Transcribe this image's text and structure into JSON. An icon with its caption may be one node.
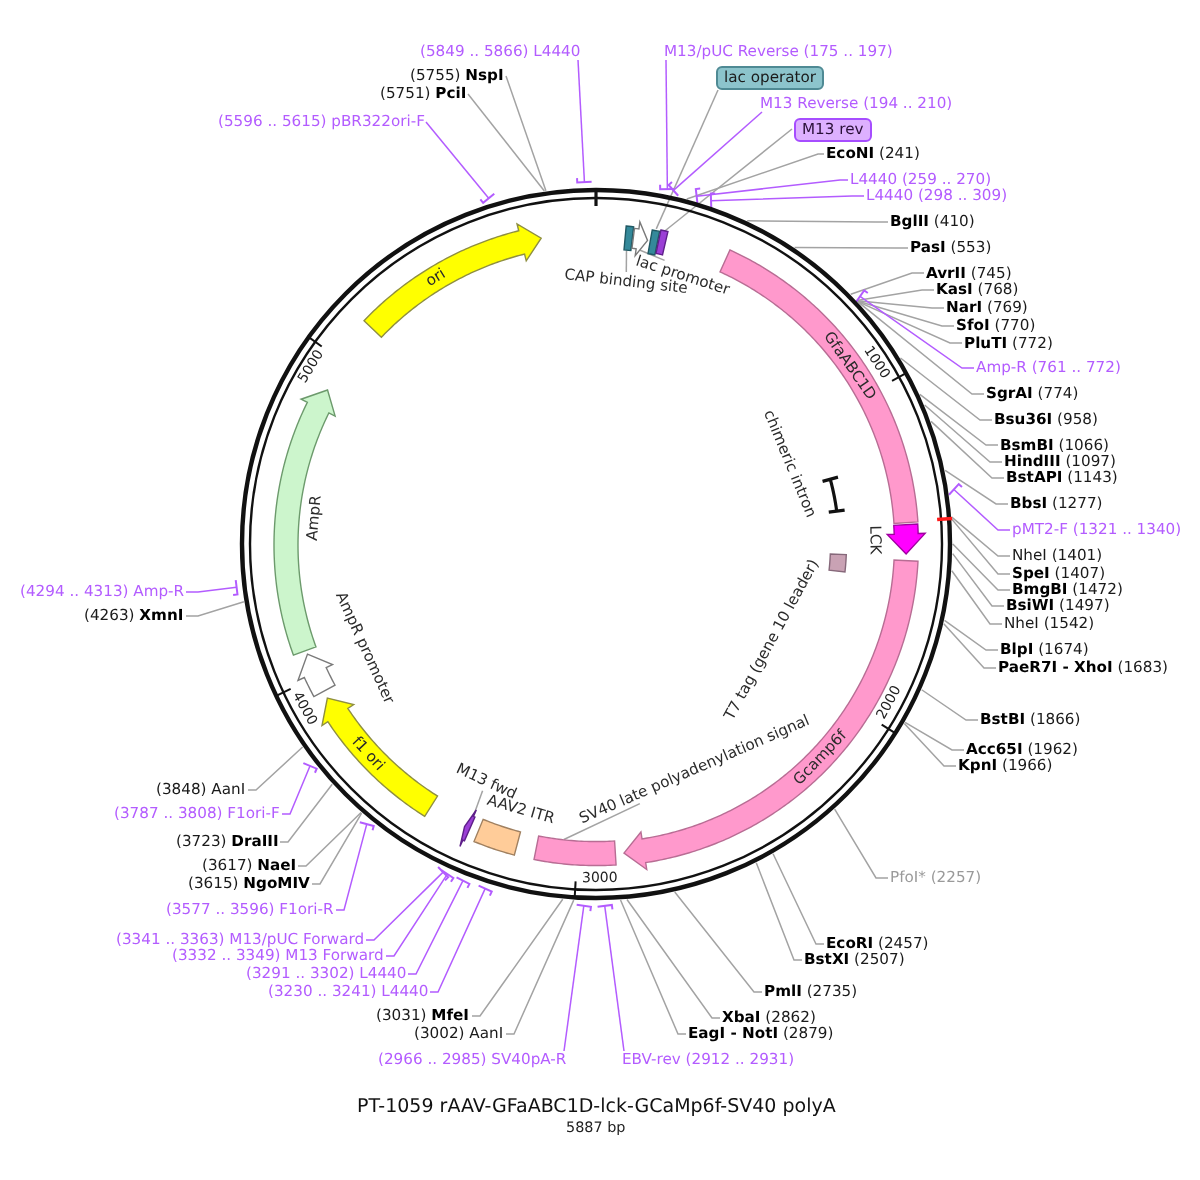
{
  "diagram": {
    "title": "PT-1059 rAAV-GFaABC1D-lck-GCaMp6f-SV40 polyA",
    "caption": "5887 bp",
    "nodes": [
      {
        "text": [
          "M13/pUC Reverse (175 .. 197)"
        ]
      },
      {
        "text": [
          "lac operator"
        ]
      },
      {
        "text": [
          "M13 Reverse (194 .. 210)"
        ]
      },
      {
        "text": [
          "M13 rev"
        ]
      },
      {
        "text": [
          "**EcoNI** (241)"
        ]
      },
      {
        "text": [
          "L4440 (259 .. 270)"
        ]
      },
      {
        "text": [
          "L4440 (298 .. 309)"
        ]
      },
      {
        "text": [
          "**BglII** (410)"
        ]
      },
      {
        "text": [
          "**PasI** (553)"
        ]
      },
      {
        "text": [
          "**AvrII** (745)"
        ]
      },
      {
        "text": [
          "**KasI** (768)"
        ]
      },
      {
        "text": [
          "**NarI** (769)"
        ]
      },
      {
        "text": [
          "**SfoI** (770)"
        ]
      },
      {
        "text": [
          "**PluTI** (772)"
        ]
      },
      {
        "text": [
          "Amp-R (761 .. 772)"
        ]
      },
      {
        "text": [
          "**SgrAI** (774)"
        ]
      },
      {
        "text": [
          "**Bsu36I** (958)"
        ]
      },
      {
        "text": [
          "**BsmBI** (1066)"
        ]
      },
      {
        "text": [
          "**HindIII** (1097)"
        ]
      },
      {
        "text": [
          "**BstAPI** (1143)"
        ]
      },
      {
        "text": [
          "**BbsI** (1277)"
        ]
      },
      {
        "text": [
          "pMT2-F (1321 .. 1340)"
        ]
      },
      {
        "text": [
          "NheI (1401)"
        ]
      },
      {
        "text": [
          "**SpeI** (1407)"
        ]
      },
      {
        "text": [
          "**BmgBI** (1472)"
        ]
      },
      {
        "text": [
          "**BsiWI** (1497)"
        ]
      },
      {
        "text": [
          "NheI (1542)"
        ]
      },
      {
        "text": [
          "**BlpI** (1674)"
        ]
      },
      {
        "text": [
          "**PaeR7I - XhoI** (1683)"
        ]
      },
      {
        "text": [
          "**BstBI** (1866)"
        ]
      },
      {
        "text": [
          "**Acc65I** (1962)"
        ]
      },
      {
        "text": [
          "**KpnI** (1966)"
        ]
      },
      {
        "text": [
          "PfoI* (2257)"
        ]
      },
      {
        "text": [
          "**EcoRI** (2457)"
        ]
      },
      {
        "text": [
          "**BstXI** (2507)"
        ]
      },
      {
        "text": [
          "**PmlI** (2735)"
        ]
      },
      {
        "text": [
          "**XbaI** (2862)"
        ]
      },
      {
        "text": [
          "**EagI - NotI** (2879)"
        ]
      },
      {
        "text": [
          "EBV-rev (2912 .. 2931)"
        ]
      },
      {
        "text": [
          "(2966 .. 2985) SV40pA-R"
        ]
      },
      {
        "text": [
          "(3002) AanI"
        ]
      },
      {
        "text": [
          "(3031) **MfeI**"
        ]
      },
      {
        "text": [
          "(3230 .. 3241) L4440"
        ]
      },
      {
        "text": [
          "(3291 .. 3302) L4440"
        ]
      },
      {
        "text": [
          "(3332 .. 3349) M13 Forward"
        ]
      },
      {
        "text": [
          "(3341 .. 3363) M13/pUC Forward"
        ]
      },
      {
        "text": [
          "(3577 .. 3596) F1ori-R"
        ]
      },
      {
        "text": [
          "(3615) **NgoMIV**"
        ]
      },
      {
        "text": [
          "(3617) **NaeI**"
        ]
      },
      {
        "text": [
          "(3723) **DraIII**"
        ]
      },
      {
        "text": [
          "(3787 .. 3808) F1ori-F"
        ]
      },
      {
        "text": [
          "(3848) AanI"
        ]
      },
      {
        "text": [
          "(4263) **XmnI**"
        ]
      },
      {
        "text": [
          "(4294 .. 4313) Amp-R"
        ]
      },
      {
        "text": [
          "(5596 .. 5615) pBR322ori-F"
        ]
      },
      {
        "text": [
          "(5751) **PciI**"
        ]
      },
      {
        "text": [
          "(5755) **NspI**"
        ]
      },
      {
        "text": [
          "(5849 .. 5866) L4440"
        ]
      },
      {
        "text": [],
        "shape": "circle"
      },
      {
        "text": [],
        "shape": "box",
        "in": 58
      },
      {
        "text": [],
        "shape": "arrow",
        "in": 58
      },
      {
        "text": [],
        "shape": "box",
        "in": 58
      },
      {
        "text": [],
        "shape": "box",
        "in": 58
      },
      {
        "text": [
          "CAP binding site"
        ],
        "in": 58
      },
      {
        "text": [
          "lac promoter"
        ],
        "in": 58
      },
      {
        "text": [
          "GfaABC1D"
        ],
        "in": 58
      },
      {
        "text": [
          "chimeric intron"
        ],
        "in": 58
      },
      {
        "text": [
          "LCK"
        ],
        "in": 58
      },
      {
        "text": [
          "T7 tag (gene 10 leader)"
        ],
        "in": 58
      },
      {
        "text": [
          "Gcamp6f"
        ],
        "in": 58
      },
      {
        "text": [
          "SV40 late polyadenylation signal"
        ],
        "in": 58
      },
      {
        "text": [],
        "shape": "bar",
        "in": 58
      },
      {
        "text": [
          "AAV2 ITR"
        ],
        "in": 58
      },
      {
        "text": [
          "M13 fwd"
        ],
        "in": 58
      },
      {
        "text": [],
        "shape": "arrow",
        "in": 58
      },
      {
        "text": [
          "f1 ori"
        ],
        "in": 58
      },
      {
        "text": [
          "AmpR promoter"
        ],
        "in": 58
      },
      {
        "text": [
          "AmpR"
        ],
        "in": 58
      },
      {
        "text": [
          "ori"
        ],
        "in": 58
      }
    ],
    "edges": [
      {
        "from": 0,
        "to": 58,
        "arrow": "other",
        "color": "#b35cff"
      },
      {
        "from": 1,
        "to": 61,
        "arrow": "none"
      },
      {
        "from": 2,
        "to": 58,
        "arrow": "other",
        "color": "#b35cff"
      },
      {
        "from": 3,
        "to": 62,
        "arrow": "none"
      },
      {
        "from": 4,
        "to": 58,
        "arrow": "none"
      },
      {
        "from": 5,
        "to": 58,
        "arrow": "other",
        "color": "#b35cff"
      },
      {
        "from": 6,
        "to": 58,
        "arrow": "other",
        "color": "#b35cff"
      },
      {
        "from": 7,
        "to": 58,
        "arrow": "none"
      },
      {
        "from": 8,
        "to": 58,
        "arrow": "none"
      },
      {
        "from": 9,
        "to": 58,
        "arrow": "none"
      },
      {
        "from": 10,
        "to": 58,
        "arrow": "none"
      },
      {
        "from": 11,
        "to": 58,
        "arrow": "none"
      },
      {
        "from": 12,
        "to": 58,
        "arrow": "none"
      },
      {
        "from": 13,
        "to": 58,
        "arrow": "none"
      },
      {
        "from": 14,
        "to": 58,
        "arrow": "other",
        "color": "#b35cff"
      },
      {
        "from": 15,
        "to": 58,
        "arrow": "none"
      },
      {
        "from": 16,
        "to": 58,
        "arrow": "none"
      },
      {
        "from": 17,
        "to": 58,
        "arrow": "none"
      },
      {
        "from": 18,
        "to": 58,
        "arrow": "none"
      },
      {
        "from": 19,
        "to": 58,
        "arrow": "none"
      },
      {
        "from": 20,
        "to": 58,
        "arrow": "none"
      },
      {
        "from": 21,
        "to": 58,
        "arrow": "other",
        "color": "#b35cff"
      },
      {
        "from": 22,
        "to": 58,
        "arrow": "none"
      },
      {
        "from": 23,
        "to": 58,
        "arrow": "none"
      },
      {
        "from": 24,
        "to": 58,
        "arrow": "none"
      },
      {
        "from": 25,
        "to": 58,
        "arrow": "none"
      },
      {
        "from": 26,
        "to": 58,
        "arrow": "none"
      },
      {
        "from": 27,
        "to": 58,
        "arrow": "none"
      },
      {
        "from": 28,
        "to": 58,
        "arrow": "none"
      },
      {
        "from": 29,
        "to": 58,
        "arrow": "none"
      },
      {
        "from": 30,
        "to": 58,
        "arrow": "none"
      },
      {
        "from": 31,
        "to": 58,
        "arrow": "none"
      },
      {
        "from": 32,
        "to": 58,
        "arrow": "none"
      },
      {
        "from": 33,
        "to": 58,
        "arrow": "none"
      },
      {
        "from": 34,
        "to": 58,
        "arrow": "none"
      },
      {
        "from": 35,
        "to": 58,
        "arrow": "none"
      },
      {
        "from": 36,
        "to": 58,
        "arrow": "none"
      },
      {
        "from": 37,
        "to": 58,
        "arrow": "none"
      },
      {
        "from": 38,
        "to": 58,
        "arrow": "other",
        "color": "#b35cff"
      },
      {
        "from": 39,
        "to": 58,
        "arrow": "other",
        "color": "#b35cff"
      },
      {
        "from": 40,
        "to": 58,
        "arrow": "none"
      },
      {
        "from": 41,
        "to": 58,
        "arrow": "none"
      },
      {
        "from": 42,
        "to": 58,
        "arrow": "other",
        "color": "#b35cff"
      },
      {
        "from": 43,
        "to": 58,
        "arrow": "other",
        "color": "#b35cff"
      },
      {
        "from": 44,
        "to": 58,
        "arrow": "other",
        "color": "#b35cff"
      },
      {
        "from": 45,
        "to": 58,
        "arrow": "other",
        "color": "#b35cff"
      },
      {
        "from": 46,
        "to": 58,
        "arrow": "other",
        "color": "#b35cff"
      },
      {
        "from": 47,
        "to": 58,
        "arrow": "none"
      },
      {
        "from": 48,
        "to": 58,
        "arrow": "none"
      },
      {
        "from": 49,
        "to": 58,
        "arrow": "none"
      },
      {
        "from": 50,
        "to": 58,
        "arrow": "other",
        "color": "#b35cff"
      },
      {
        "from": 51,
        "to": 58,
        "arrow": "none"
      },
      {
        "from": 52,
        "to": 58,
        "arrow": "none"
      },
      {
        "from": 53,
        "to": 58,
        "arrow": "other",
        "color": "#b35cff"
      },
      {
        "from": 54,
        "to": 58,
        "arrow": "other",
        "color": "#b35cff"
      },
      {
        "from": 55,
        "to": 58,
        "arrow": "none"
      },
      {
        "from": 56,
        "to": 58,
        "arrow": "none"
      },
      {
        "from": 57,
        "to": 58,
        "arrow": "other",
        "color": "#b35cff"
      },
      {
        "from": 63,
        "to": 59,
        "arrow": "none"
      },
      {
        "from": 64,
        "to": 60,
        "arrow": "none"
      },
      {
        "from": 70,
        "to": 71,
        "arrow": "none"
      },
      {
        "from": 73,
        "to": 74,
        "arrow": "none"
      }
    ],
    "labels": [
      "1000",
      "2000",
      "3000",
      "4000",
      "5000"
    ]
  }
}
